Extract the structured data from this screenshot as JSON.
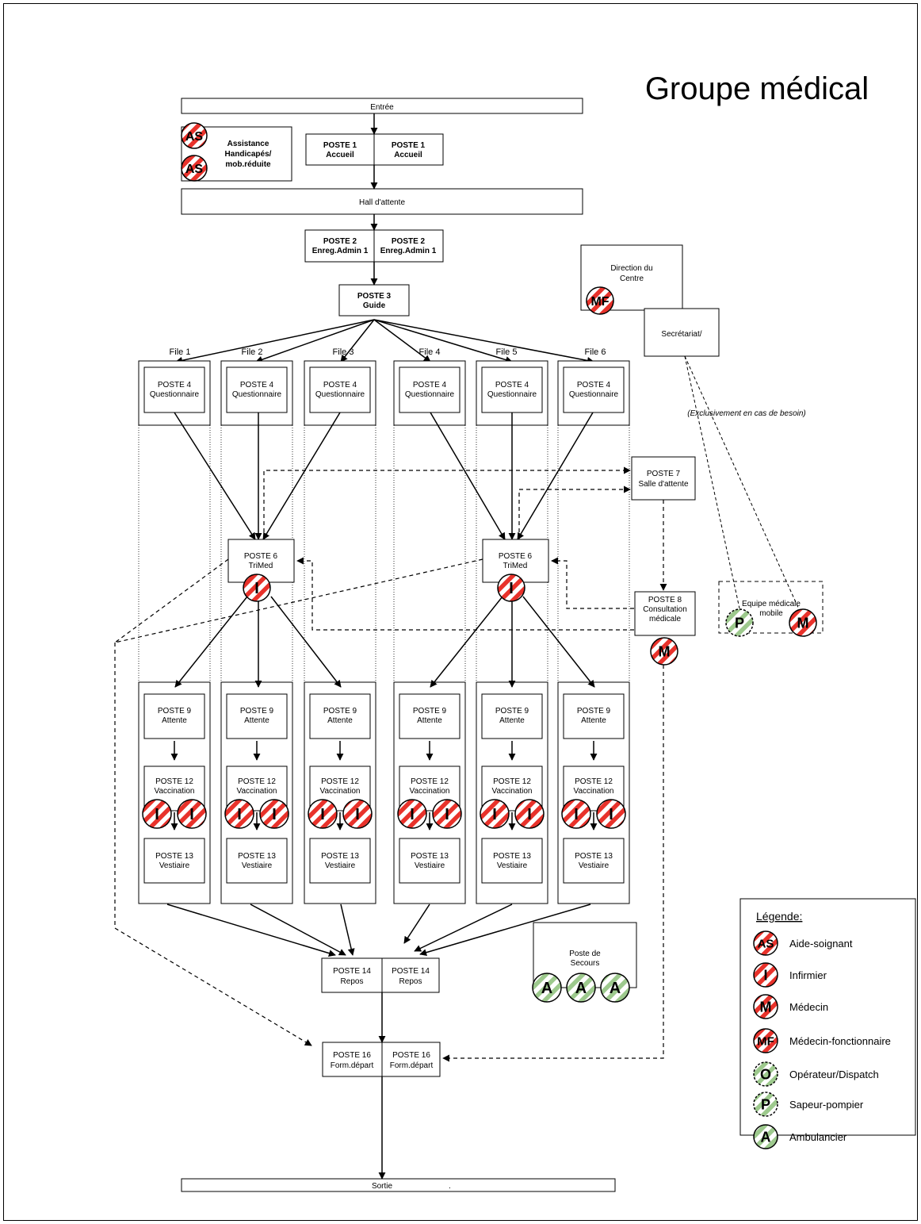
{
  "title": "Groupe médical",
  "entree": "Entrée",
  "hall": "Hall d'attente",
  "sortie": "Sortie",
  "sortie_mark": ".",
  "assistance": [
    "Assistance",
    "Handicapés/",
    "mob.réduite"
  ],
  "poste1": [
    "POSTE 1",
    "Accueil"
  ],
  "poste2": [
    "POSTE 2",
    "Enreg.Admin 1"
  ],
  "poste3": [
    "POSTE 3",
    "Guide"
  ],
  "files": [
    "File 1",
    "File  2",
    "File 3",
    "File 4",
    "File  5",
    "File 6"
  ],
  "poste4": [
    "POSTE 4",
    "Questionnaire"
  ],
  "poste6": [
    "POSTE 6",
    "TriMed"
  ],
  "poste7": [
    "POSTE 7",
    "Salle d'attente"
  ],
  "poste8": [
    "POSTE 8",
    "Consultation",
    "médicale"
  ],
  "poste9": [
    "POSTE 9",
    "Attente"
  ],
  "poste12": [
    "POSTE 12",
    "Vaccination"
  ],
  "poste13": [
    "POSTE 13",
    "Vestiaire"
  ],
  "poste14": [
    "POSTE 14",
    "Repos"
  ],
  "poste16": [
    "POSTE 16",
    "Form.départ"
  ],
  "direction": [
    "Direction du",
    "Centre"
  ],
  "secretariat": "Secrétariat/",
  "exclusivement": "(Exclusivement en cas de besoin)",
  "equipe": [
    "Equipe médicale",
    "mobile"
  ],
  "poste_secours": [
    "Poste de",
    "Secours"
  ],
  "legend": {
    "title": "Légende:",
    "items": [
      {
        "code": "AS",
        "label": "Aide-soignant",
        "color": "red"
      },
      {
        "code": "I",
        "label": "Infirmier",
        "color": "red"
      },
      {
        "code": "M",
        "label": "Médecin",
        "color": "red"
      },
      {
        "code": "MF",
        "label": "Médecin-fonctionnaire",
        "color": "red"
      },
      {
        "code": "O",
        "label": "Opérateur/Dispatch",
        "color": "green"
      },
      {
        "code": "P",
        "label": "Sapeur-pompier",
        "color": "green"
      },
      {
        "code": "A",
        "label": "Ambulancier",
        "color": "green"
      }
    ]
  },
  "colors": {
    "red_stripe": "#e8322b",
    "green_stripe": "#9dc98d",
    "line": "#000000"
  }
}
